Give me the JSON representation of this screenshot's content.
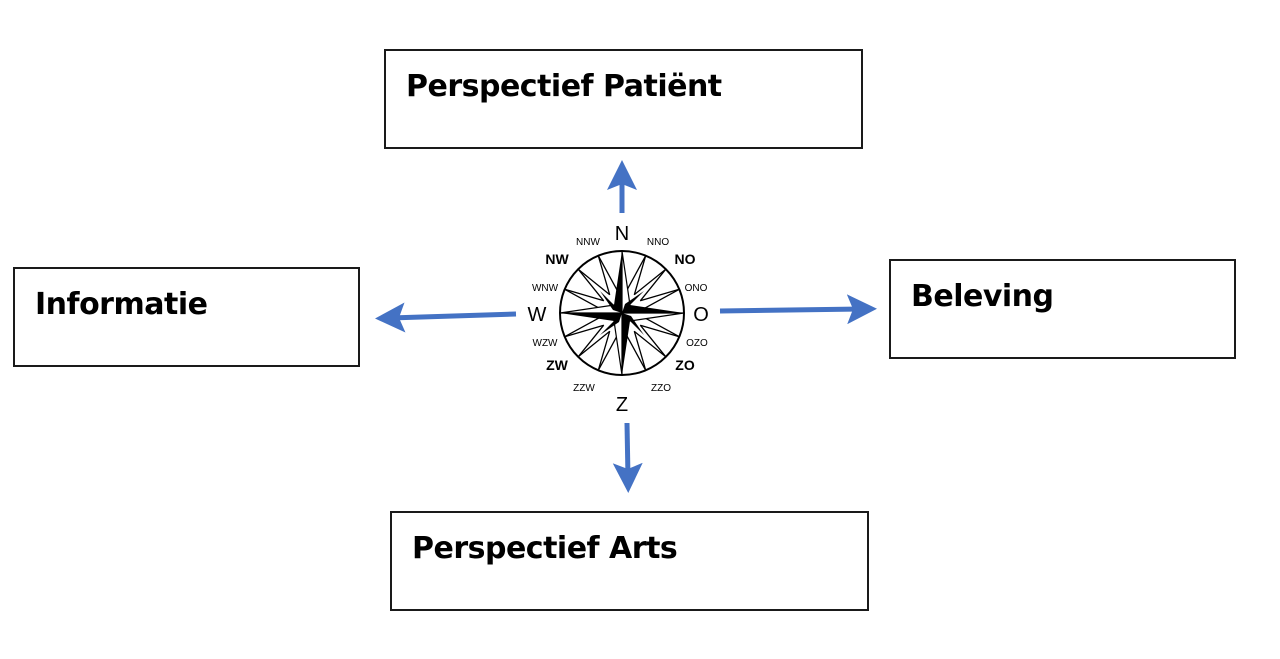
{
  "diagram": {
    "boxes": {
      "top": "Perspectief Patiënt",
      "left": "Informatie",
      "right": "Beleving",
      "bottom": "Perspectief Arts"
    },
    "arrow_color": "#4472C4",
    "compass": {
      "cardinal": {
        "N": "N",
        "O": "O",
        "Z": "Z",
        "W": "W"
      },
      "intercardinal": {
        "NO": "NO",
        "ZO": "ZO",
        "ZW": "ZW",
        "NW": "NW"
      },
      "secondary": {
        "NNO": "NNO",
        "ONO": "ONO",
        "OZO": "OZO",
        "ZZO": "ZZO",
        "ZZW": "ZZW",
        "WZW": "WZW",
        "WNW": "WNW",
        "NNW": "NNW"
      }
    }
  }
}
